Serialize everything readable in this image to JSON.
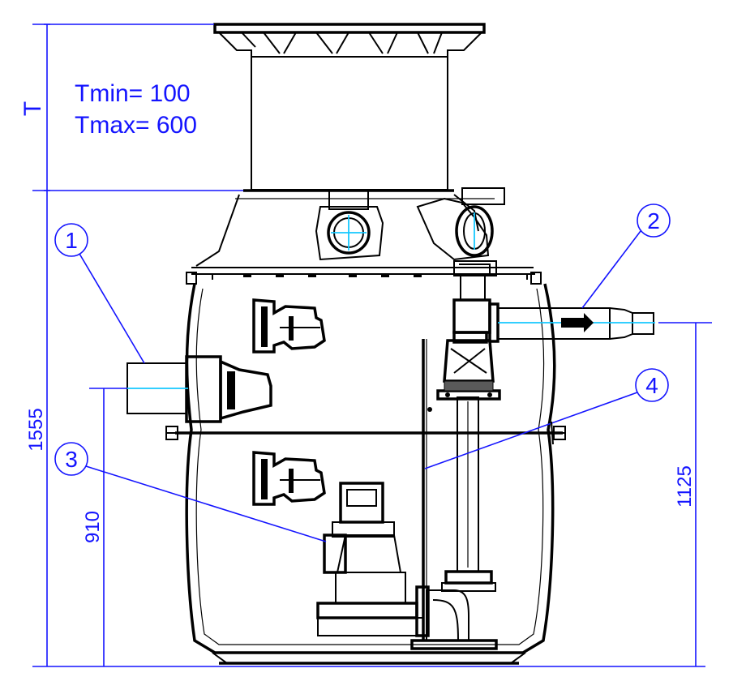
{
  "labels": {
    "depth_symbol": "T",
    "tmin": "Tmin=  100",
    "tmax": "Tmax=  600"
  },
  "dimensions": {
    "total_height": "1555",
    "inlet_height": "910",
    "outlet_height": "1125"
  },
  "callouts": [
    "1",
    "2",
    "3",
    "4"
  ],
  "colors": {
    "dimension_lines": "#1414ff",
    "center_lines": "#14c8ff",
    "outline": "#000000"
  }
}
